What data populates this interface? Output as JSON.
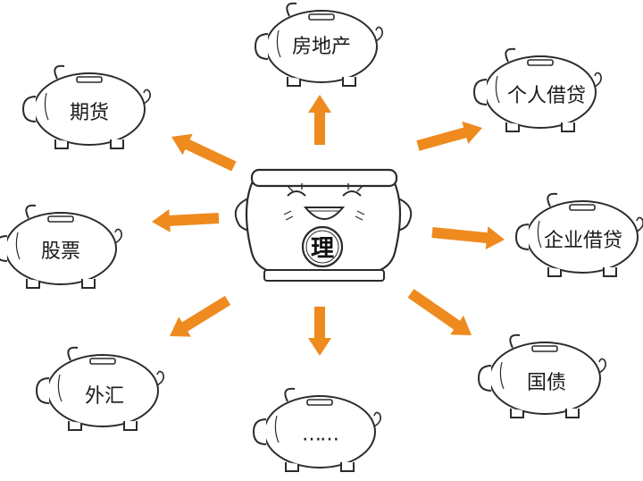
{
  "center": {
    "char": "理"
  },
  "targets": [
    {
      "id": "real-estate",
      "label": "房地产"
    },
    {
      "id": "personal-loan",
      "label": "个人借贷"
    },
    {
      "id": "corporate-loan",
      "label": "企业借贷"
    },
    {
      "id": "treasury-bonds",
      "label": "国债"
    },
    {
      "id": "more",
      "label": "……"
    },
    {
      "id": "forex",
      "label": "外汇"
    },
    {
      "id": "stocks",
      "label": "股票"
    },
    {
      "id": "futures",
      "label": "期货"
    }
  ],
  "colors": {
    "arrow": "#EE8A1E",
    "outline": "#2b2b2b",
    "fill": "#ffffff"
  }
}
